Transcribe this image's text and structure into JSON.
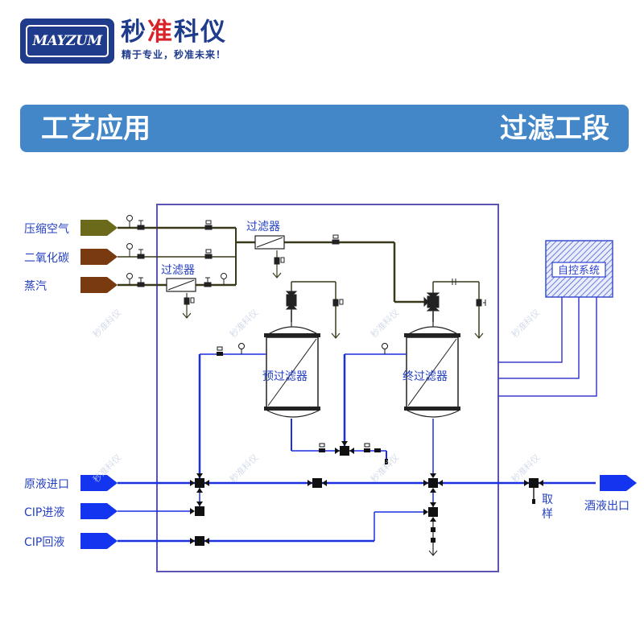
{
  "header": {
    "logo_text": "MAYZUM",
    "brand_name_part1": "秒",
    "brand_name_accent": "准",
    "brand_name_part2": "科仪",
    "slogan": "精于专业，秒准未来！"
  },
  "banner": {
    "left_title": "工艺应用",
    "right_title": "过滤工段"
  },
  "diagram": {
    "gas_inlets": [
      {
        "label": "压缩空气",
        "color": "#6b6a1a"
      },
      {
        "label": "二氧化碳",
        "color": "#7a3a10"
      },
      {
        "label": "蒸汽",
        "color": "#7a3a10"
      }
    ],
    "liquid_inlets": [
      {
        "label": "原液进口"
      },
      {
        "label": "CIP进液"
      },
      {
        "label": "CIP回液"
      }
    ],
    "outlet": {
      "label": "酒液出口"
    },
    "sampling_label_1": "取",
    "sampling_label_2": "样",
    "filter_labels": [
      "过滤器",
      "过滤器"
    ],
    "tanks": [
      {
        "label": "预过滤器"
      },
      {
        "label": "终过滤器"
      }
    ],
    "control_system": {
      "label": "自控系统"
    },
    "watermark": "秒准科仪",
    "colors": {
      "gas_line": "#3a3a1a",
      "liquid_line": "#1a2fe0",
      "frame": "#5a55b5",
      "liquid_inlet": "#1435f0"
    }
  }
}
